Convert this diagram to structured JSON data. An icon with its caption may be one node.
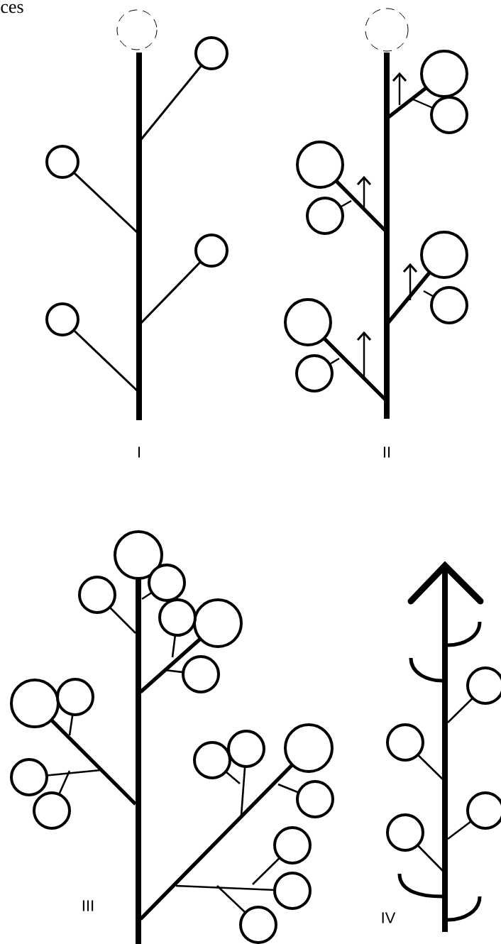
{
  "diagram": {
    "labels": [
      "ces",
      "I",
      "II",
      "III",
      "IV"
    ]
  }
}
